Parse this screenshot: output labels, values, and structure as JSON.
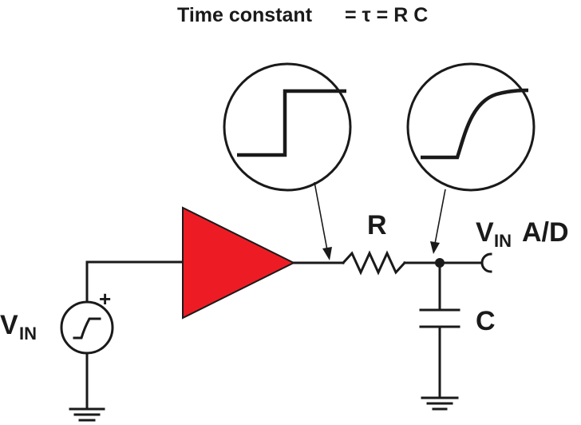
{
  "title": {
    "prefix": "Time constant",
    "formula": "= τ = R C"
  },
  "labels": {
    "vin_main": "V",
    "vin_main_sub": "IN",
    "plus_sign": "+",
    "resistor": "R",
    "capacitor": "C",
    "adc_input_main": "V",
    "adc_input_sub": "IN",
    "adc_input_suffix": "A/D"
  },
  "icons": {
    "buffer": "triangle-amplifier-icon",
    "source": "step-voltage-source-icon",
    "scope_in": "step-waveform-scope-icon",
    "scope_out": "rc-charge-waveform-scope-icon",
    "ground": "ground-icon",
    "resistor": "resistor-icon",
    "capacitor": "capacitor-icon",
    "input_terminal": "adc-input-terminal-icon"
  },
  "colors": {
    "buffer_fill": "#ed1c24",
    "ink": "#1a1a1a",
    "background": "#ffffff"
  }
}
